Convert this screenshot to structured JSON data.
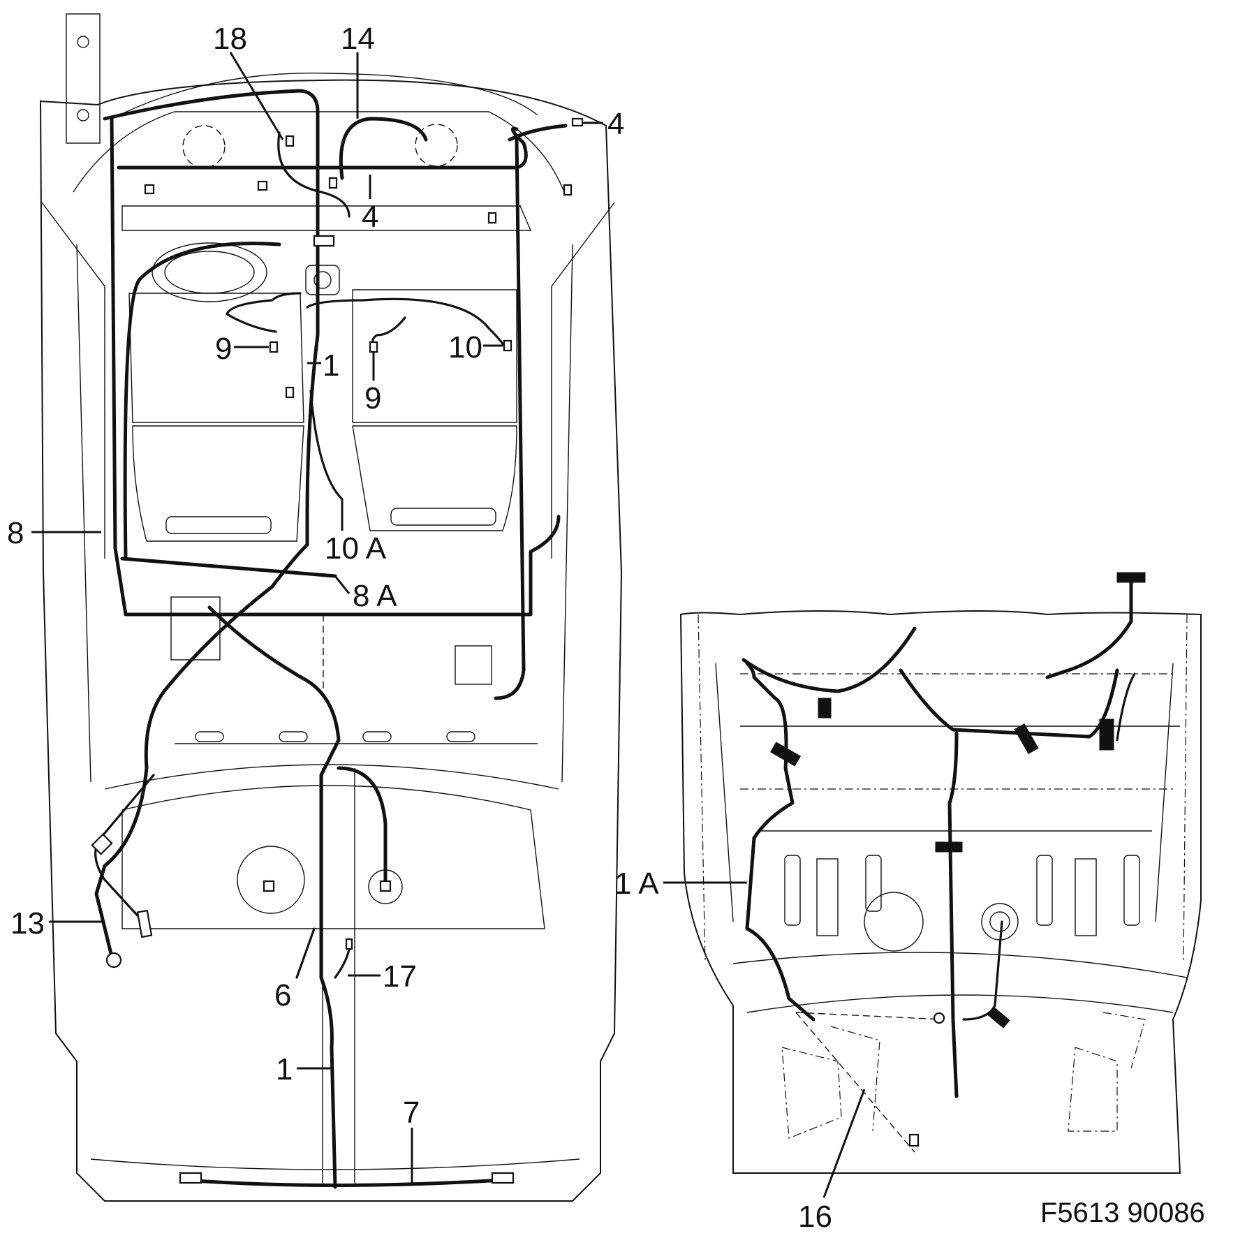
{
  "figure_ref": "F5613 90086",
  "callouts": {
    "c18": "18",
    "c14": "14",
    "c4a": "4",
    "c4b": "4",
    "c9a": "9",
    "c9b": "9",
    "c10": "10",
    "c1a": "1",
    "c10A": "10 A",
    "c8": "8",
    "c8A": "8 A",
    "c13": "13",
    "c6": "6",
    "c17": "17",
    "c1b": "1",
    "c7": "7",
    "c1A": "1 A",
    "c16": "16"
  }
}
